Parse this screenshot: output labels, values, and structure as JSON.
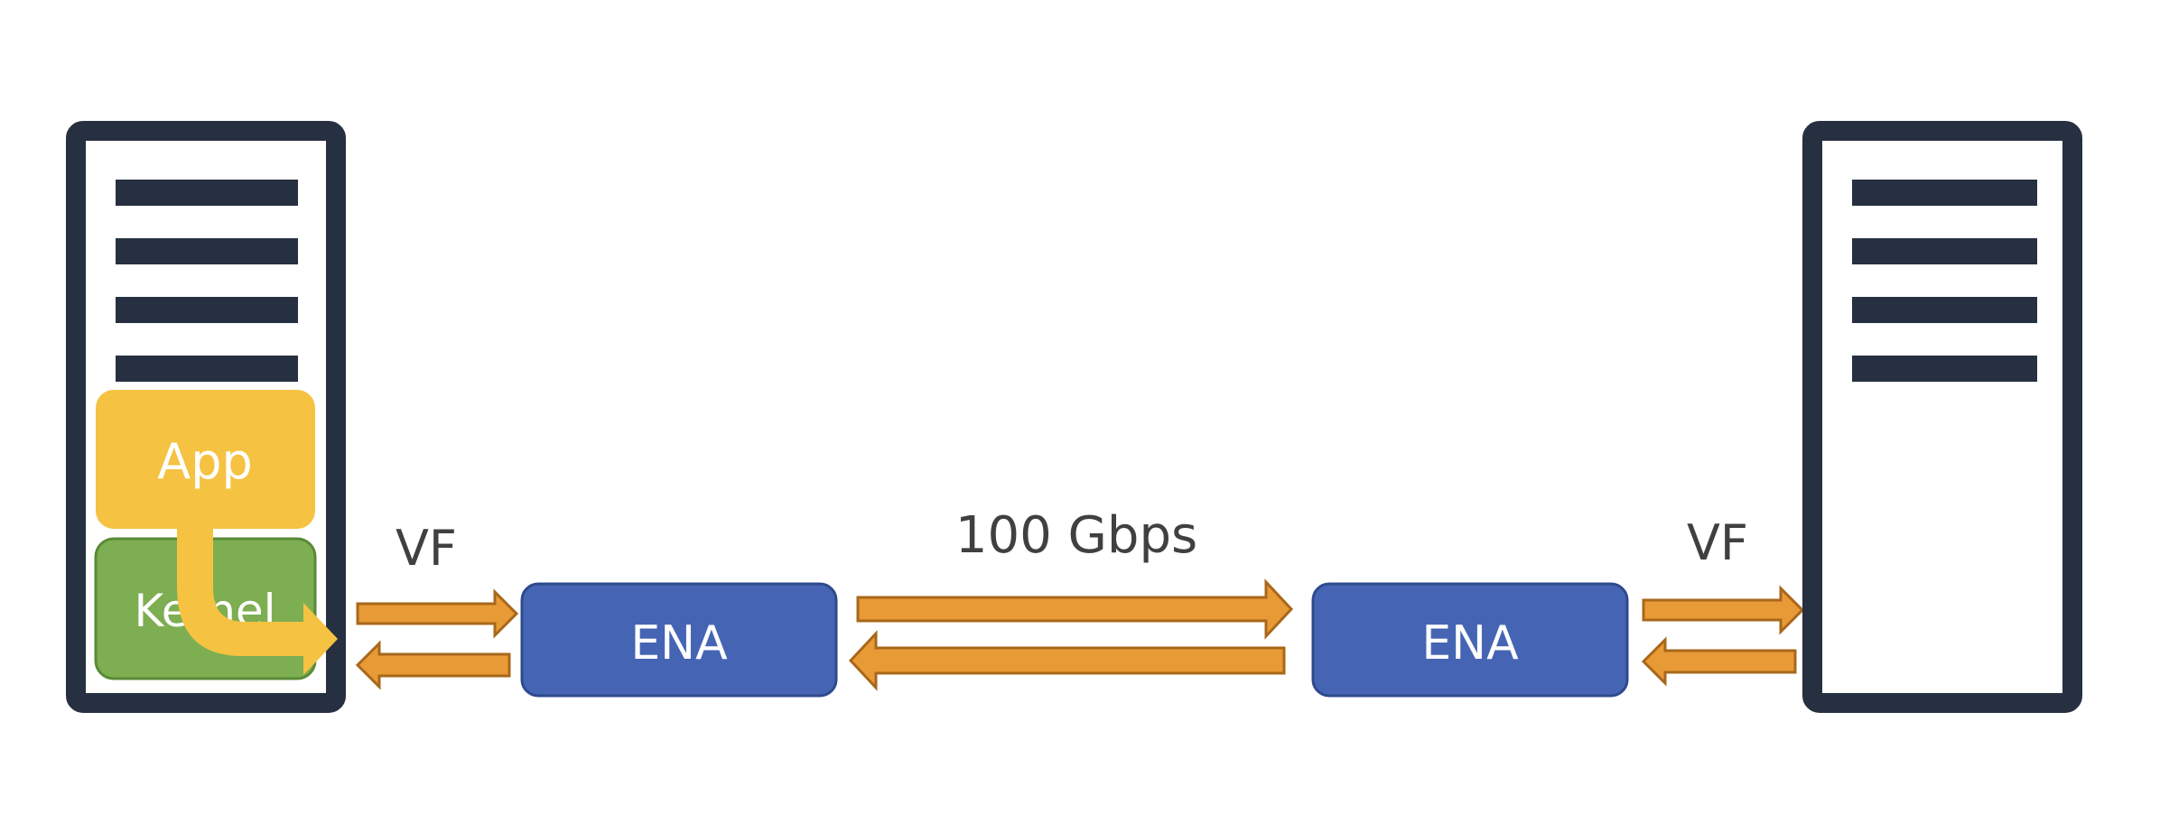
{
  "colors": {
    "server_frame": "#263040",
    "app_box": "#F5C242",
    "kernel_box": "#7DAE52",
    "kernel_border": "#5A8A36",
    "ena_box": "#4565B4",
    "ena_border": "#2E4A8E",
    "arrow_fill": "#E89A36",
    "arrow_stroke": "#A8671A",
    "flow_arrow": "#F5C242",
    "label_text": "#404040",
    "box_text": "#ffffff"
  },
  "left_server": {
    "app_label": "App",
    "kernel_label": "Kernel"
  },
  "labels": {
    "vf_left": "VF",
    "link_speed": "100 Gbps",
    "vf_right": "VF"
  },
  "nics": {
    "left_label": "ENA",
    "right_label": "ENA"
  }
}
